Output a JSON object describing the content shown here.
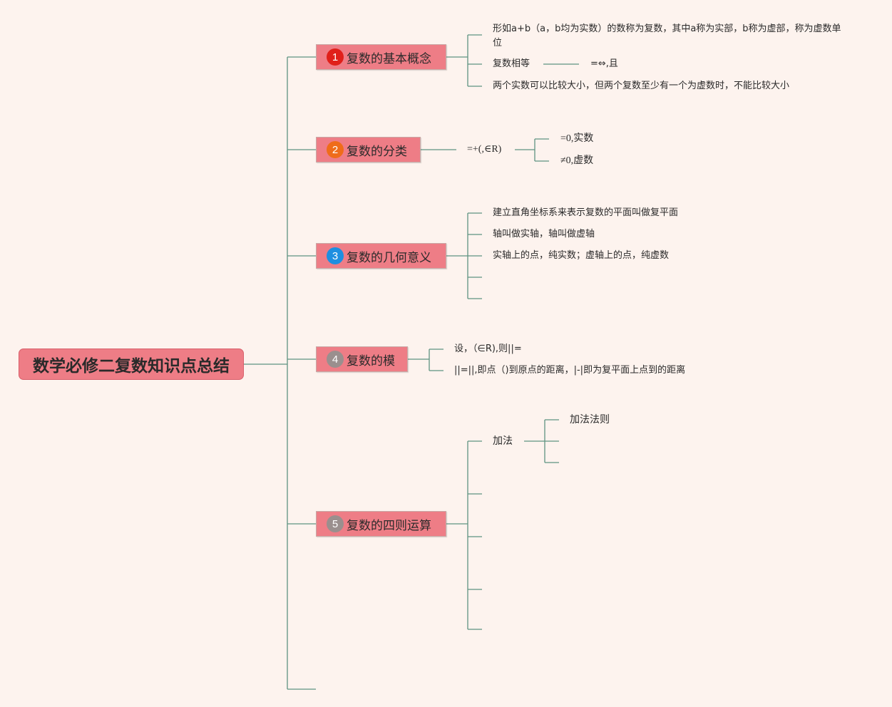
{
  "root": {
    "title": "数学必修二复数知识点总结"
  },
  "colors": {
    "line": "#5e9381",
    "node": "#ee7d86",
    "background": "#fdf3ee"
  },
  "topics": [
    {
      "number": "1",
      "badge_color": "#e0201a",
      "title": "复数的基本概念",
      "children": [
        "形如a+b（a，b均为实数）的数称为复数，其中a称为实部，b称为虚部，称为虚数单位",
        "复数相等",
        "两个实数可以比较大小，但两个复数至少有一个为虚数时，不能比较大小"
      ],
      "sub": "=⇔,且"
    },
    {
      "number": "2",
      "badge_color": "#ef6c1a",
      "title": "复数的分类",
      "formula": "=+(,∈R)",
      "cases": [
        "=0,实数",
        "≠0,虚数"
      ]
    },
    {
      "number": "3",
      "badge_color": "#1e8fe0",
      "title": "复数的几何意义",
      "children": [
        "建立直角坐标系来表示复数的平面叫做复平面",
        "轴叫做实轴，轴叫做虚轴",
        "实轴上的点，纯实数；虚轴上的点，纯虚数"
      ]
    },
    {
      "number": "4",
      "badge_color": "#9a8f8e",
      "title": "复数的模",
      "children": [
        "设，（∈R),则||=",
        "||=||,即点（)到原点的距离，|-|即为复平面上点到的距离"
      ]
    },
    {
      "number": "5",
      "badge_color": "#9a8f8e",
      "title": "复数的四则运算",
      "children": [
        "加法"
      ],
      "sub": "加法法则"
    }
  ]
}
